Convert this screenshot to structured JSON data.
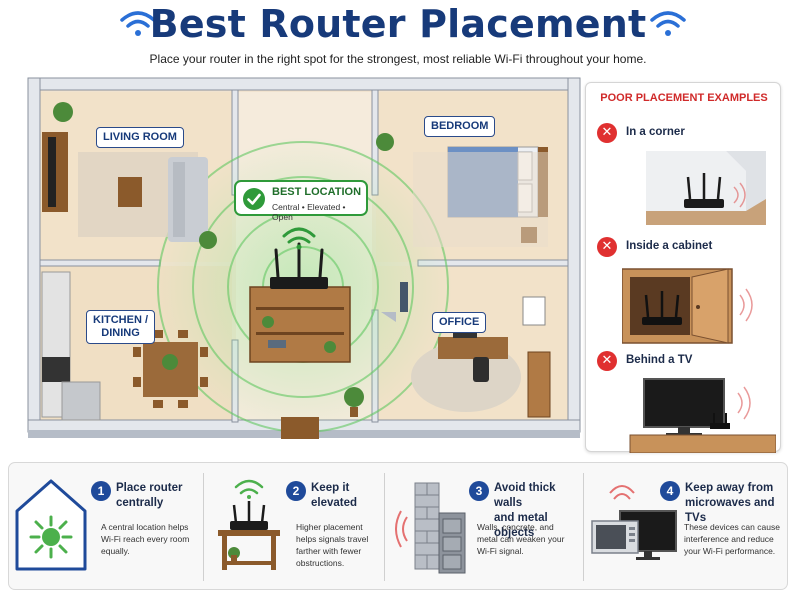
{
  "header": {
    "title": "Best Router Placement",
    "subtitle": "Place your router in the right spot for the strongest, most reliable Wi-Fi throughout your home."
  },
  "floorplan": {
    "rooms": {
      "living_room": "LIVING ROOM",
      "bedroom": "BEDROOM",
      "kitchen_line1": "KITCHEN /",
      "kitchen_line2": "DINING",
      "office": "OFFICE"
    },
    "best_location": {
      "title": "BEST LOCATION",
      "subtitle": "Central • Elevated • Open"
    }
  },
  "poor_placement": {
    "title": "POOR PLACEMENT EXAMPLES",
    "items": [
      {
        "label": "In a corner",
        "icon": "x-icon"
      },
      {
        "label": "Inside a cabinet",
        "icon": "x-icon"
      },
      {
        "label": "Behind a TV",
        "icon": "x-icon"
      }
    ]
  },
  "tips": [
    {
      "number": "1",
      "title_line1": "Place router",
      "title_line2": "centrally",
      "desc_lines": [
        "A central location helps",
        "Wi-Fi reach every room",
        "equally."
      ],
      "icon": "house-center-icon"
    },
    {
      "number": "2",
      "title_line1": "Keep it",
      "title_line2": "elevated",
      "desc_lines": [
        "Higher placement",
        "helps signals travel",
        "farther with fewer",
        "obstructions."
      ],
      "icon": "router-on-shelf-icon"
    },
    {
      "number": "3",
      "title_line1": "Avoid thick walls",
      "title_line2": "and metal objects",
      "desc_lines": [
        "Walls, concrete, and",
        "metal can weaken your",
        "Wi-Fi signal."
      ],
      "icon": "wall-cabinet-icon"
    },
    {
      "number": "4",
      "title_line1": "Keep away from",
      "title_line2": "microwaves and TVs",
      "desc_lines": [
        "These devices can cause",
        "interference and reduce",
        "your Wi-Fi performance."
      ],
      "icon": "microwave-tv-icon"
    }
  ],
  "colors": {
    "title_blue": "#173a7a",
    "good_green": "#2f9a3a",
    "bad_red": "#e03030",
    "floor_wood": "#f3e6d3"
  }
}
